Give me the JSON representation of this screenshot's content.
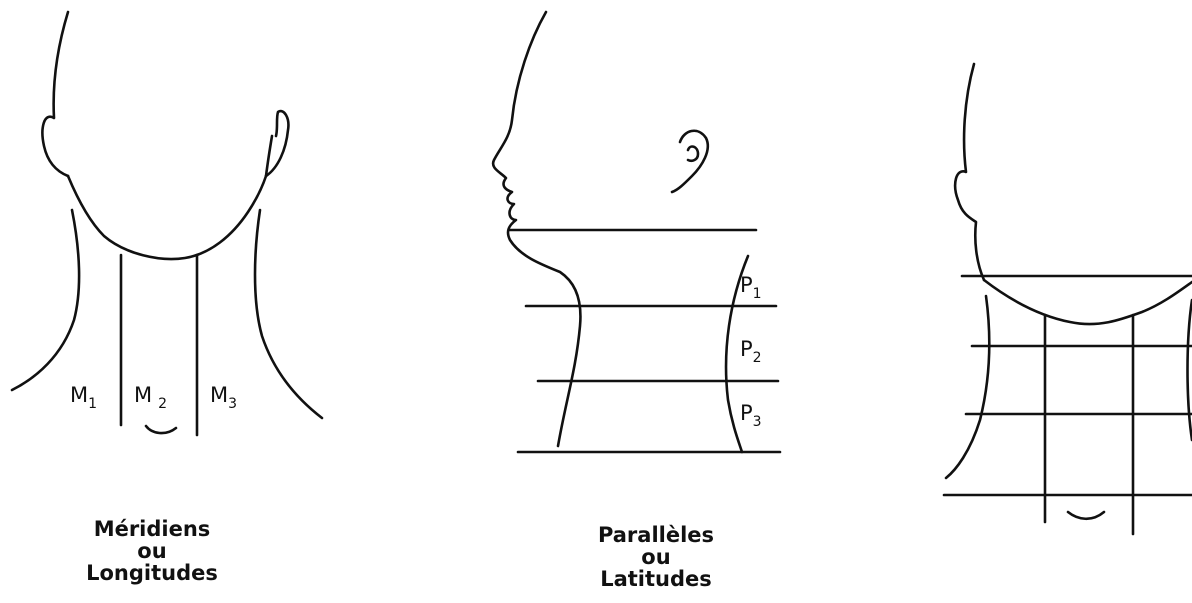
{
  "panels": {
    "meridians": {
      "labels": [
        {
          "main": "M",
          "sub": "1"
        },
        {
          "main": "M",
          "sub": "2"
        },
        {
          "main": "M",
          "sub": "3"
        }
      ],
      "caption": [
        "Méridiens",
        "ou",
        "Longitudes"
      ]
    },
    "parallels": {
      "labels": [
        {
          "main": "P",
          "sub": "1"
        },
        {
          "main": "P",
          "sub": "2"
        },
        {
          "main": "P",
          "sub": "3"
        }
      ],
      "caption": [
        "Parallèles",
        "ou",
        "Latitudes"
      ]
    },
    "grid": {}
  }
}
